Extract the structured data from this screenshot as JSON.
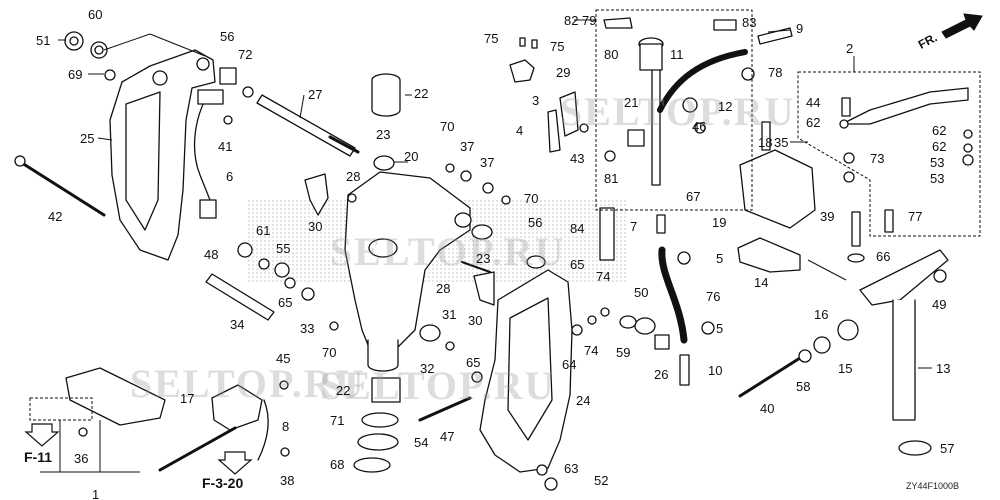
{
  "diagram": {
    "direction_label": "FR.",
    "drawing_code": "ZY44F1000B",
    "watermark": "SELTOP.RU",
    "refs": [
      "F-11",
      "F-3-20"
    ],
    "part_numbers": [
      "1",
      "2",
      "3",
      "4",
      "5",
      "6",
      "7",
      "8",
      "9",
      "10",
      "11",
      "12",
      "13",
      "14",
      "15",
      "16",
      "17",
      "18",
      "19",
      "20",
      "21",
      "22",
      "23",
      "24",
      "25",
      "26",
      "27",
      "28",
      "29",
      "30",
      "31",
      "32",
      "33",
      "34",
      "35",
      "36",
      "37",
      "38",
      "39",
      "40",
      "41",
      "42",
      "43",
      "44",
      "45",
      "46",
      "47",
      "48",
      "49",
      "50",
      "51",
      "52",
      "53",
      "54",
      "55",
      "56",
      "57",
      "58",
      "59",
      "60",
      "61",
      "62",
      "63",
      "64",
      "65",
      "66",
      "67",
      "68",
      "69",
      "70",
      "71",
      "72",
      "73",
      "74",
      "75",
      "76",
      "77",
      "78",
      "79",
      "80",
      "81",
      "82",
      "83",
      "84"
    ]
  }
}
